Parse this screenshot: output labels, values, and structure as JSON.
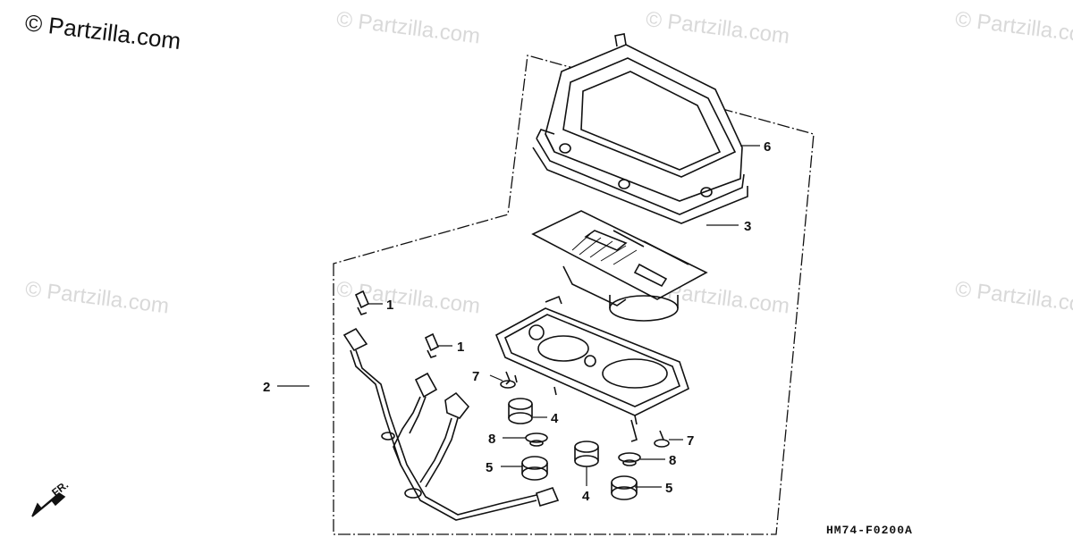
{
  "watermark_brand": "© Partzilla.com",
  "watermarks": [
    "© Partzilla.com",
    "© Partzilla.com",
    "© Partzilla.com",
    "© Partzilla.com",
    "© Partzilla.com",
    "© Partzilla.com",
    "© Partzilla.com"
  ],
  "diagram_code": "HM74-F0200A",
  "front_indicator": "FR.",
  "callouts": {
    "c1a": "1",
    "c1b": "1",
    "c2": "2",
    "c3": "3",
    "c4a": "4",
    "c4b": "4",
    "c5a": "5",
    "c5b": "5",
    "c6": "6",
    "c7a": "7",
    "c7b": "7",
    "c8a": "8",
    "c8b": "8"
  },
  "colors": {
    "line": "#111111",
    "watermark": "#d9d9d9",
    "background": "#ffffff"
  }
}
